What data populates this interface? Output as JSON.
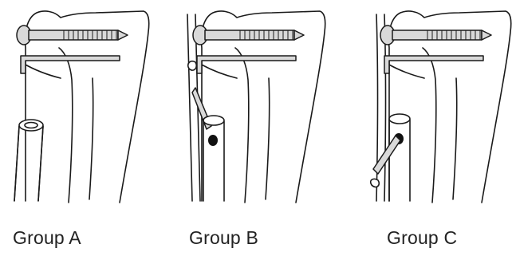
{
  "figure": {
    "panels": [
      {
        "id": "a",
        "caption": "Group A",
        "features": [
          "bone-outline-icon",
          "screw-icon",
          "k-wire-icon",
          "tube-icon"
        ]
      },
      {
        "id": "b",
        "caption": "Group B",
        "features": [
          "bone-outline-icon",
          "screw-icon",
          "k-wire-icon",
          "tube-icon",
          "fibula-icon",
          "strut-icon"
        ]
      },
      {
        "id": "c",
        "caption": "Group C",
        "features": [
          "bone-outline-icon",
          "screw-icon",
          "k-wire-icon",
          "tube-icon",
          "fibula-icon",
          "strut-icon"
        ]
      }
    ]
  }
}
